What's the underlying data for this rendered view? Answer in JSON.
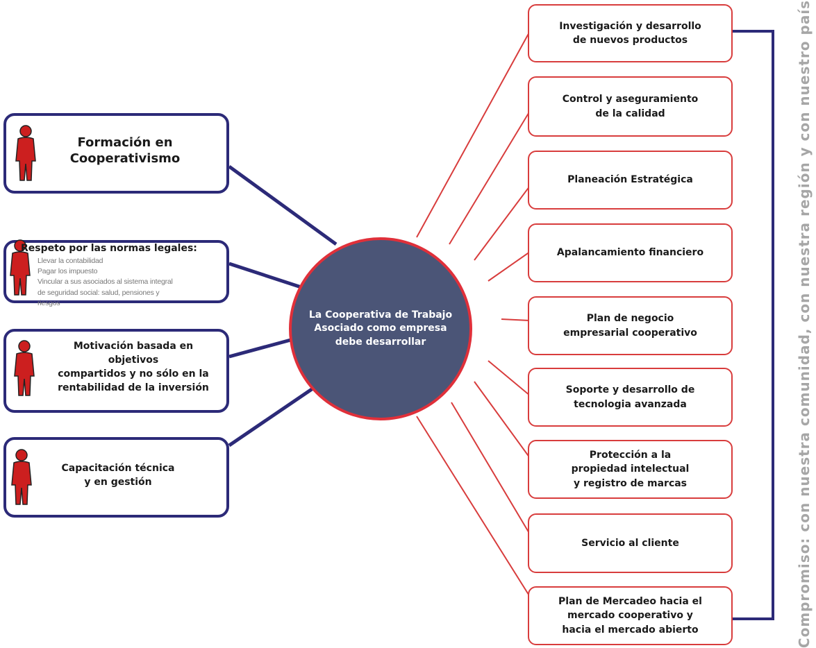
{
  "center": {
    "label": "La Cooperativa de Trabajo\nAsociado como empresa\ndebe desarrollar"
  },
  "left_items": [
    {
      "label": "Formación en\nCooperativismo"
    },
    {
      "title": "Respeto por las normas legales:",
      "bullets": [
        "Llevar la contabilidad",
        "Pagar los impuesto",
        "Vincular a sus asociados al sistema integral",
        "de seguridad social: salud, pensiones y",
        "riesgos"
      ]
    },
    {
      "label": "Motivación basada en\nobjetivos\ncompartidos y no sólo en la\nrentabilidad de la inversión"
    },
    {
      "label": "Capacitación técnica\ny en gestión"
    }
  ],
  "right_items": [
    "Investigación y desarrollo\nde nuevos productos",
    "Control y aseguramiento\nde la calidad",
    "Planeación Estratégica",
    "Apalancamiento financiero",
    "Plan de negocio\nempresarial cooperativo",
    "Soporte y desarrollo de\ntecnologia avanzada",
    "Protección a la\npropiedad intelectual\ny registro de marcas",
    "Servicio al cliente",
    "Plan de Mercadeo hacia el\nmercado cooperativo y\nhacia el mercado abierto"
  ],
  "side_text": "Compromiso: con nuestra comunidad, con nuestra región y con nuestro país",
  "colors": {
    "left_border": "#2c2a78",
    "right_border": "#d83c3c",
    "center_fill": "#4b5577",
    "center_border": "#e0303a",
    "person": "#cc1f1f",
    "side_text": "#a6a6a6"
  },
  "icons": {
    "person": "person-icon"
  }
}
